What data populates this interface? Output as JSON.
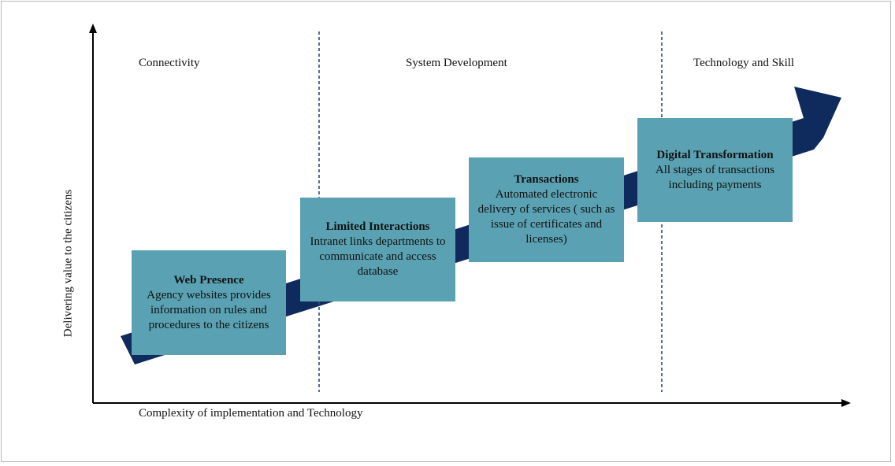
{
  "phases": {
    "connectivity": "Connectivity",
    "system_development": "System Development",
    "technology_skill": "Technology and Skill"
  },
  "axes": {
    "y_label": "Delivering value to the citizens",
    "x_label": "Complexity of implementation and Technology"
  },
  "stages": [
    {
      "title": "Web Presence",
      "description": "Agency websites provides information on rules and procedures to the citizens"
    },
    {
      "title": "Limited Interactions",
      "description": "Intranet links departments to communicate and access database"
    },
    {
      "title": "Transactions",
      "description": "Automated electronic delivery of services ( such as issue of certificates and licenses)"
    },
    {
      "title": "Digital Transformation",
      "description": "All stages of transactions including payments"
    }
  ],
  "colors": {
    "arrow": "#0f2a5c",
    "box": "#5aa2b3",
    "divider": "#2b4a8a"
  }
}
